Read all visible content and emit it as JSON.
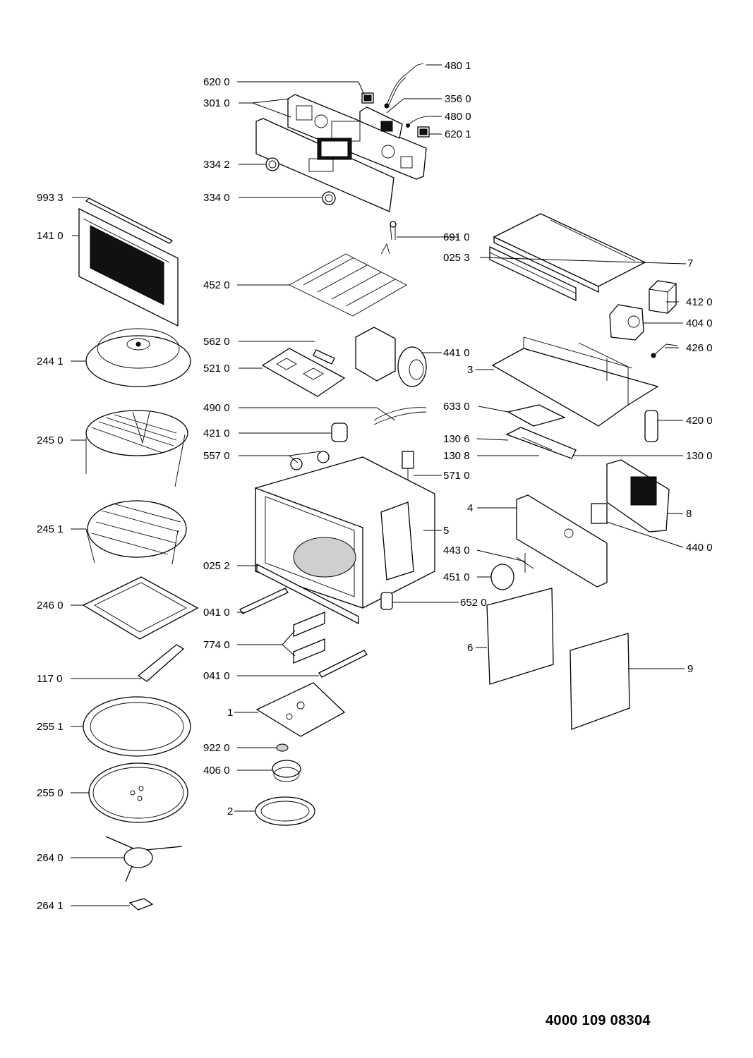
{
  "document_number": "4000 109 08304",
  "labels": {
    "l_480_1": "480 1",
    "l_620_0": "620 0",
    "l_356_0": "356 0",
    "l_301_0": "301 0",
    "l_480_0": "480 0",
    "l_620_1": "620 1",
    "l_334_2": "334 2",
    "l_334_0": "334 0",
    "l_993_3": "993 3",
    "l_691_0": "691 0",
    "l_141_0": "141 0",
    "l_025_3": "025 3",
    "l_7": "7",
    "l_452_0": "452 0",
    "l_412_0": "412 0",
    "l_404_0": "404 0",
    "l_562_0": "562 0",
    "l_441_0": "441 0",
    "l_426_0": "426 0",
    "l_244_1": "244 1",
    "l_521_0": "521 0",
    "l_3": "3",
    "l_490_0": "490 0",
    "l_633_0": "633 0",
    "l_421_0": "421 0",
    "l_420_0": "420 0",
    "l_245_0": "245 0",
    "l_130_6": "130 6",
    "l_557_0": "557 0",
    "l_130_8": "130 8",
    "l_130_0": "130 0",
    "l_571_0": "571 0",
    "l_4": "4",
    "l_8": "8",
    "l_245_1": "245 1",
    "l_5": "5",
    "l_443_0": "443 0",
    "l_440_0": "440 0",
    "l_025_2": "025 2",
    "l_451_0": "451 0",
    "l_652_0": "652 0",
    "l_246_0": "246 0",
    "l_041_0_a": "041 0",
    "l_774_0": "774 0",
    "l_6": "6",
    "l_9": "9",
    "l_117_0": "117 0",
    "l_041_0_b": "041 0",
    "l_1": "1",
    "l_255_1": "255 1",
    "l_922_0": "922 0",
    "l_406_0": "406 0",
    "l_255_0": "255 0",
    "l_2": "2",
    "l_264_0": "264 0",
    "l_264_1": "264 1"
  }
}
